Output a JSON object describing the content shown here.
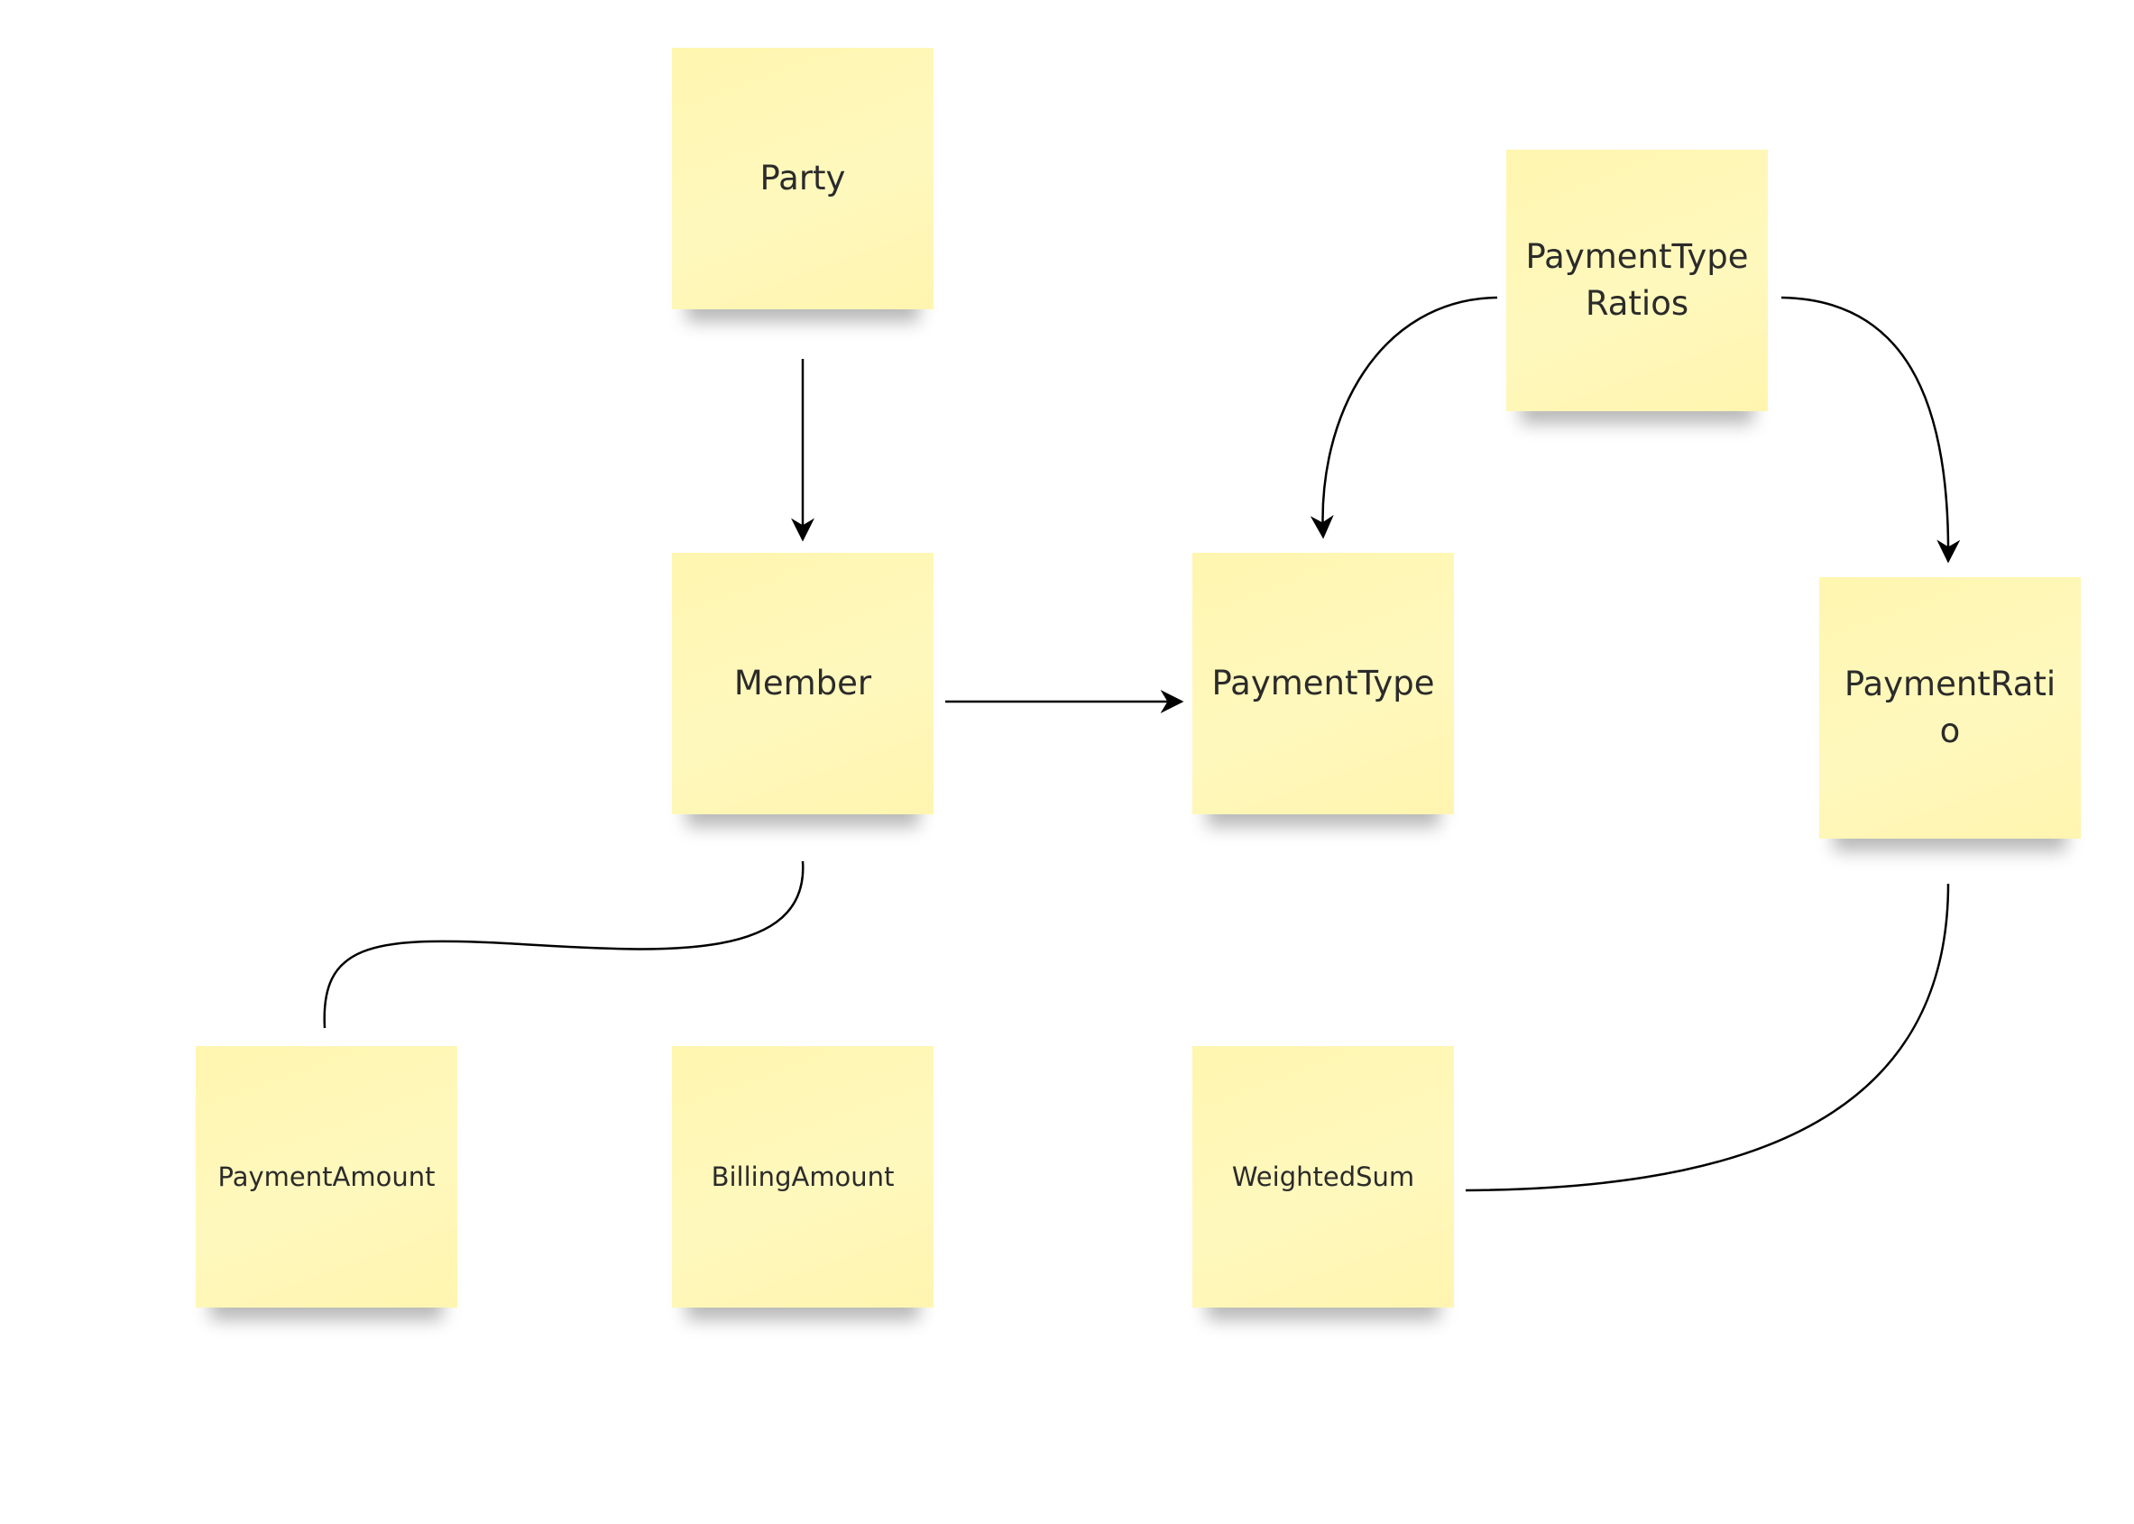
{
  "board": {
    "notes": {
      "party": "Party",
      "member": "Member",
      "payment_type": "PaymentType",
      "payment_type_ratios": "PaymentType\nRatios",
      "payment_ratio": "PaymentRati\no",
      "payment_amount": "PaymentAmount",
      "billing_amount": "BillingAmount",
      "weighted_sum": "WeightedSum"
    },
    "colors": {
      "note_fill": "#fff7b5",
      "connector": "#000000",
      "text": "#2b2b2b",
      "background": "#ffffff"
    },
    "connectors": [
      {
        "from": "Party",
        "to": "Member",
        "arrow": true
      },
      {
        "from": "Member",
        "to": "PaymentType",
        "arrow": true
      },
      {
        "from": "PaymentType\nRatios",
        "to": "PaymentType",
        "arrow": true
      },
      {
        "from": "PaymentType\nRatios",
        "to": "PaymentRati\no",
        "arrow": true
      },
      {
        "from": "Member",
        "to": "PaymentAmount",
        "arrow": false
      },
      {
        "from": "PaymentRati\no",
        "to": "WeightedSum",
        "arrow": false
      }
    ]
  }
}
